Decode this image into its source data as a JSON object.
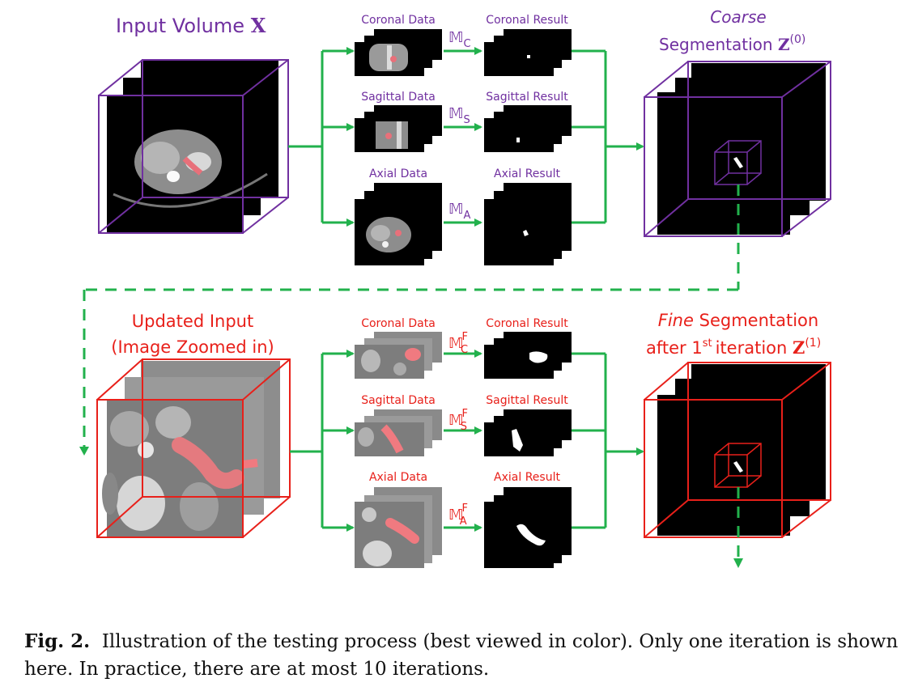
{
  "colors": {
    "purple": "#7030a0",
    "red": "#e8201a",
    "green": "#22b14c",
    "slice": "#000000",
    "tissue": "#9a9a9a",
    "pancreas": "#e8707a"
  },
  "top": {
    "input_title_text": "Input Volume",
    "input_title_symbol": "X",
    "coarse_title_1": "Coarse",
    "coarse_title_2_text": "Segmentation",
    "coarse_title_2_symbol": "Z",
    "coarse_title_2_sup": "(0)",
    "rows": [
      {
        "data_label": "Coronal Data",
        "result_label": "Coronal Result",
        "model_symbol": "𝕄",
        "model_sub": "C",
        "model_sup": ""
      },
      {
        "data_label": "Sagittal Data",
        "result_label": "Sagittal Result",
        "model_symbol": "𝕄",
        "model_sub": "S",
        "model_sup": ""
      },
      {
        "data_label": "Axial Data",
        "result_label": "Axial Result",
        "model_symbol": "𝕄",
        "model_sub": "A",
        "model_sup": ""
      }
    ]
  },
  "bottom": {
    "input_title_1": "Updated Input",
    "input_title_2": "(Image Zoomed in)",
    "fine_title_1_em": "Fine",
    "fine_title_1_rest": "Segmentation",
    "fine_title_2_pre": "after 1",
    "fine_title_2_st": "st",
    "fine_title_2_mid": "iteration",
    "fine_title_2_symbol": "Z",
    "fine_title_2_sup": "(1)",
    "rows": [
      {
        "data_label": "Coronal Data",
        "result_label": "Coronal Result",
        "model_symbol": "𝕄",
        "model_sub": "C",
        "model_sup": "F"
      },
      {
        "data_label": "Sagittal Data",
        "result_label": "Sagittal Result",
        "model_symbol": "𝕄",
        "model_sub": "S",
        "model_sup": "F"
      },
      {
        "data_label": "Axial Data",
        "result_label": "Axial Result",
        "model_symbol": "𝕄",
        "model_sub": "A",
        "model_sup": "F"
      }
    ]
  },
  "caption": {
    "label": "Fig. 2.",
    "text": "Illustration of the testing process (best viewed in color). Only one iteration is shown here. In practice, there are at most 10 iterations."
  }
}
